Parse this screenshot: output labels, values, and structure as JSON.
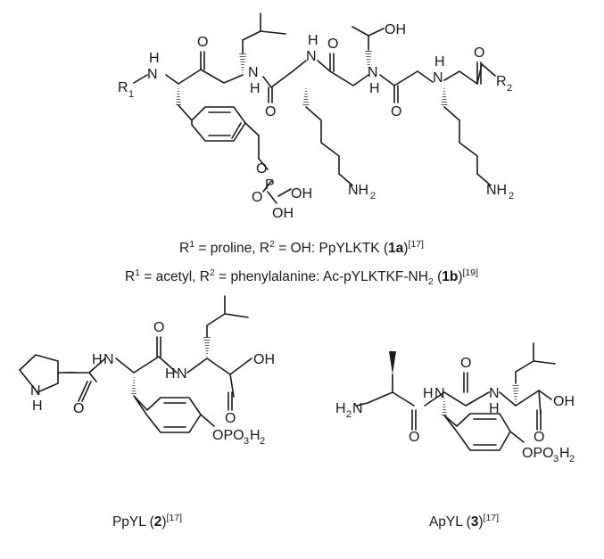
{
  "compound_1": {
    "atoms": {
      "r1": "R",
      "r1_sub": "1",
      "nh_1": "H",
      "n_1": "N",
      "o_1": "O",
      "nh_2": "H",
      "n_2": "N",
      "o_2": "O",
      "nh_3": "H",
      "n_3": "N",
      "o_3": "O",
      "oh_thr": "OH",
      "nh_4": "H",
      "n_4": "N",
      "o_4": "O",
      "nh_5": "H",
      "n_5": "N",
      "o_5": "O",
      "r2": "R",
      "r2_sub": "2",
      "o_phos_link": "O",
      "p": "P",
      "o_phos_dbl": "O",
      "oh_phos_1": "OH",
      "oh_phos_2": "OH",
      "nh2_lys_1": "NH",
      "nh2_lys_1_sub": "2",
      "nh2_lys_2": "NH",
      "nh2_lys_2_sub": "2"
    },
    "caption_a": {
      "r1": "R",
      "r1_sup": "1",
      "part1": " = proline, ",
      "r2": "R",
      "r2_sup": "2",
      "part2": " = OH: PpYLKTK (",
      "bold": "1a",
      "close": ")",
      "ref": "[17]"
    },
    "caption_b": {
      "r1": "R",
      "r1_sup": "1",
      "part1": " = acetyl, ",
      "r2": "R",
      "r2_sup": "2",
      "part2": " = phenylalanine: Ac-pYLKTKF-NH",
      "sub": "2",
      "open": " (",
      "bold": "1b",
      "close": ")",
      "ref": "[19]"
    }
  },
  "compound_2": {
    "atoms": {
      "n_pro": "N",
      "h_pro": "H",
      "o_1": "O",
      "n_1": "N",
      "h_1": "H",
      "o_2": "O",
      "n_2": "N",
      "h_2": "H",
      "o_3": "O",
      "oh": "OH",
      "opo3h2": "OPO",
      "opo3h2_s1": "3",
      "opo3h2_h": "H",
      "opo3h2_s2": "2"
    },
    "caption": {
      "name": "PpYL (",
      "bold": "2",
      "close": ")",
      "ref": "[17]"
    }
  },
  "compound_3": {
    "atoms": {
      "h2n": "H",
      "h2n_sub": "2",
      "h2n_n": "N",
      "o_1": "O",
      "n_1": "N",
      "h_1": "H",
      "o_2": "O",
      "n_2": "N",
      "h_2": "H",
      "o_3": "O",
      "oh": "OH",
      "opo3h2": "OPO",
      "opo3h2_s1": "3",
      "opo3h2_h": "H",
      "opo3h2_s2": "2"
    },
    "caption": {
      "name": "ApYL (",
      "bold": "3",
      "close": ")",
      "ref": "[17]"
    }
  }
}
